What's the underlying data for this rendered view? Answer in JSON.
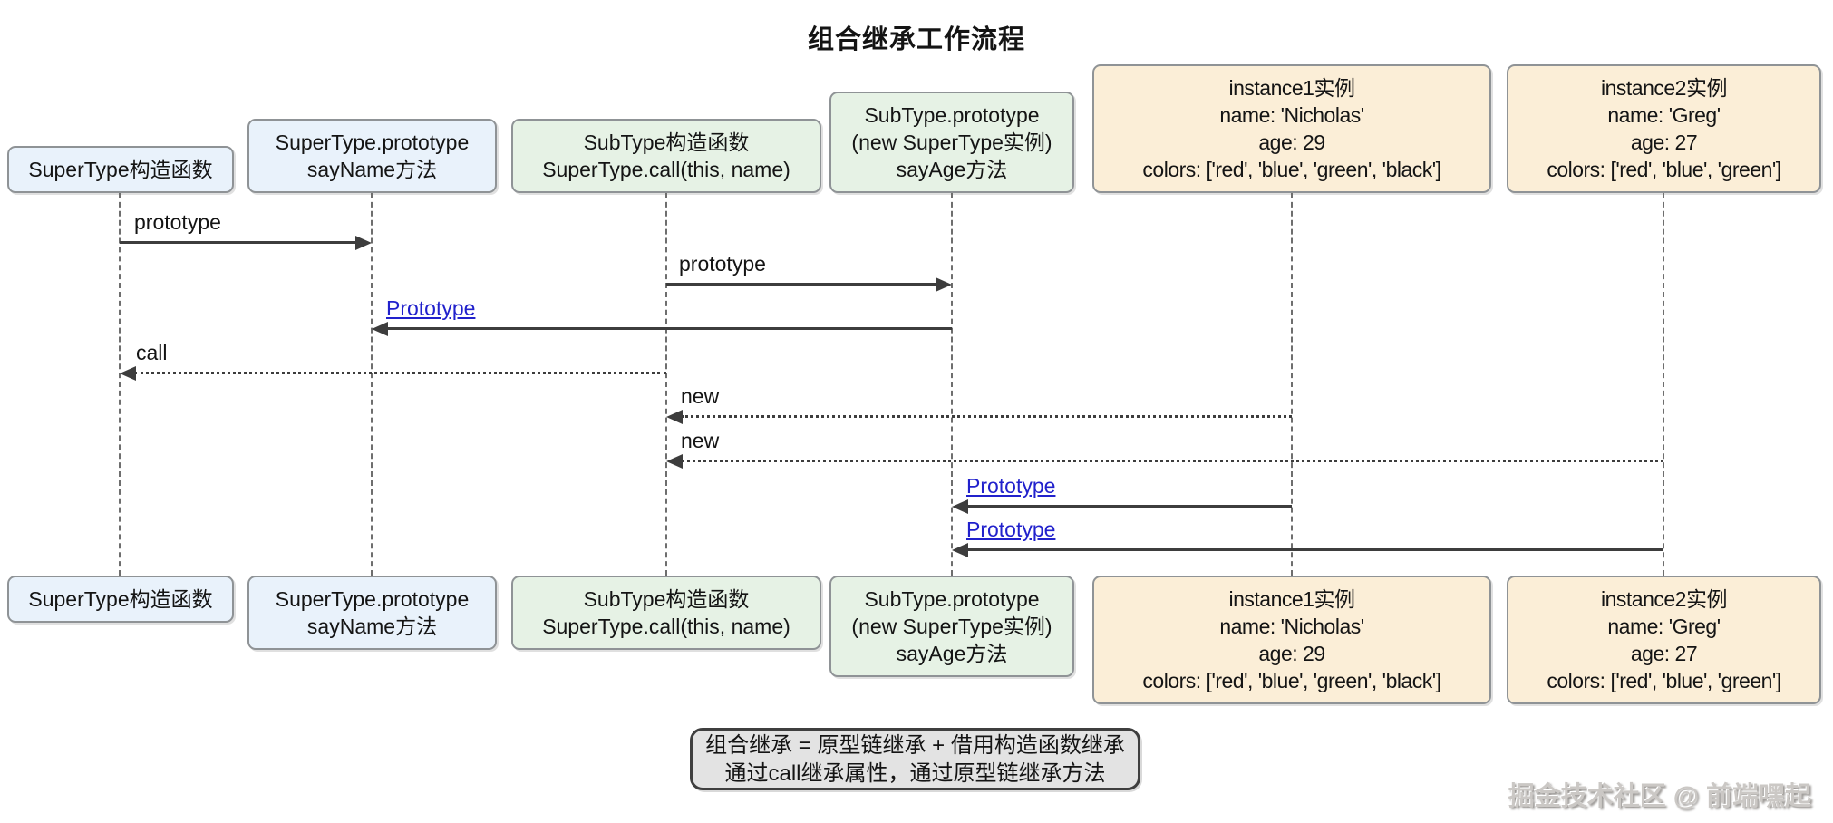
{
  "title": "组合继承工作流程",
  "palette": {
    "box_blue": "#e9f2fb",
    "box_green": "#e6f2e5",
    "box_cream": "#fbeed7",
    "box_border": "#8f9396",
    "note_bg": "#e3e3e3",
    "note_border": "#3f3f3f",
    "arrow_color": "#3d3d3d",
    "lifeline_color": "#6e6e6e",
    "link_color": "#2121cc",
    "text_color": "#141414",
    "watermark_color": "#cbc8c5"
  },
  "participants": [
    {
      "id": "supertype-constructor",
      "lines": [
        "SuperType构造函数"
      ]
    },
    {
      "id": "supertype-prototype",
      "lines": [
        "SuperType.prototype",
        "sayName方法"
      ]
    },
    {
      "id": "subtype-constructor",
      "lines": [
        "SubType构造函数",
        "SuperType.call(this, name)"
      ]
    },
    {
      "id": "subtype-prototype",
      "lines": [
        "SubType.prototype",
        "(new SuperType实例)",
        "sayAge方法"
      ]
    },
    {
      "id": "instance1",
      "lines": [
        "instance1实例",
        "name: 'Nicholas'",
        "age: 29",
        "colors: ['red', 'blue', 'green', 'black']"
      ]
    },
    {
      "id": "instance2",
      "lines": [
        "instance2实例",
        "name: 'Greg'",
        "age: 27",
        "colors: ['red', 'blue', 'green']"
      ]
    }
  ],
  "messages": [
    {
      "label": "prototype",
      "from": "SuperType构造函数",
      "to": "SuperType.prototype",
      "style": "solid",
      "link": false
    },
    {
      "label": "prototype",
      "from": "SubType构造函数",
      "to": "SubType.prototype",
      "style": "solid",
      "link": false
    },
    {
      "label": "Prototype",
      "from": "SubType.prototype",
      "to": "SuperType.prototype",
      "style": "solid",
      "link": true
    },
    {
      "label": "call",
      "from": "SubType构造函数",
      "to": "SuperType构造函数",
      "style": "dotted",
      "link": false
    },
    {
      "label": "new",
      "from": "instance1实例",
      "to": "SubType构造函数",
      "style": "dotted",
      "link": false
    },
    {
      "label": "new",
      "from": "instance2实例",
      "to": "SubType构造函数",
      "style": "dotted",
      "link": false
    },
    {
      "label": "Prototype",
      "from": "instance1实例",
      "to": "SubType.prototype",
      "style": "solid",
      "link": true
    },
    {
      "label": "Prototype",
      "from": "instance2实例",
      "to": "SubType.prototype",
      "style": "solid",
      "link": true
    }
  ],
  "note": {
    "lines": [
      "组合继承 = 原型链继承 + 借用构造函数继承",
      "通过call继承属性，通过原型链继承方法"
    ]
  },
  "watermark": "掘金技术社区 @ 前端嘿起"
}
